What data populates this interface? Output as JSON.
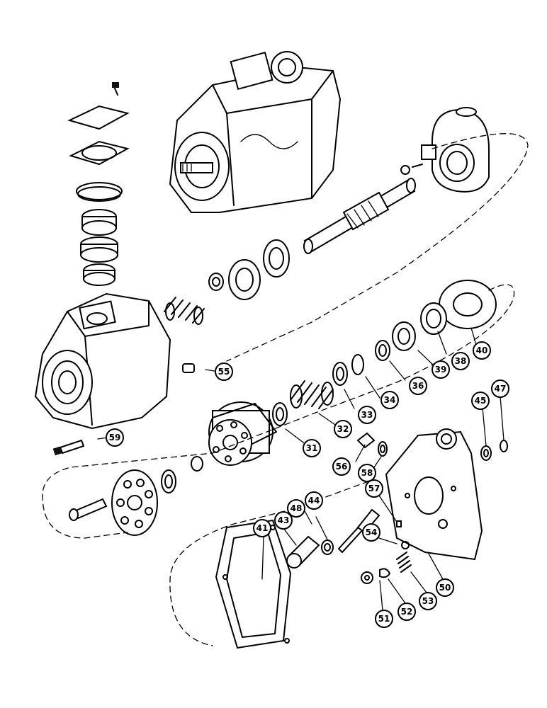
{
  "diagram": {
    "callouts": [
      {
        "id": "31",
        "label": "31"
      },
      {
        "id": "32",
        "label": "32"
      },
      {
        "id": "33",
        "label": "33"
      },
      {
        "id": "34",
        "label": "34"
      },
      {
        "id": "36",
        "label": "36"
      },
      {
        "id": "38",
        "label": "38"
      },
      {
        "id": "39",
        "label": "39"
      },
      {
        "id": "40",
        "label": "40"
      },
      {
        "id": "41",
        "label": "41"
      },
      {
        "id": "43",
        "label": "43"
      },
      {
        "id": "44",
        "label": "44"
      },
      {
        "id": "45",
        "label": "45"
      },
      {
        "id": "47",
        "label": "47"
      },
      {
        "id": "48",
        "label": "48"
      },
      {
        "id": "50",
        "label": "50"
      },
      {
        "id": "51",
        "label": "51"
      },
      {
        "id": "52",
        "label": "52"
      },
      {
        "id": "53",
        "label": "53"
      },
      {
        "id": "54",
        "label": "54"
      },
      {
        "id": "55",
        "label": "55"
      },
      {
        "id": "56",
        "label": "56"
      },
      {
        "id": "57",
        "label": "57"
      },
      {
        "id": "58",
        "label": "58"
      },
      {
        "id": "59",
        "label": "59"
      }
    ]
  }
}
